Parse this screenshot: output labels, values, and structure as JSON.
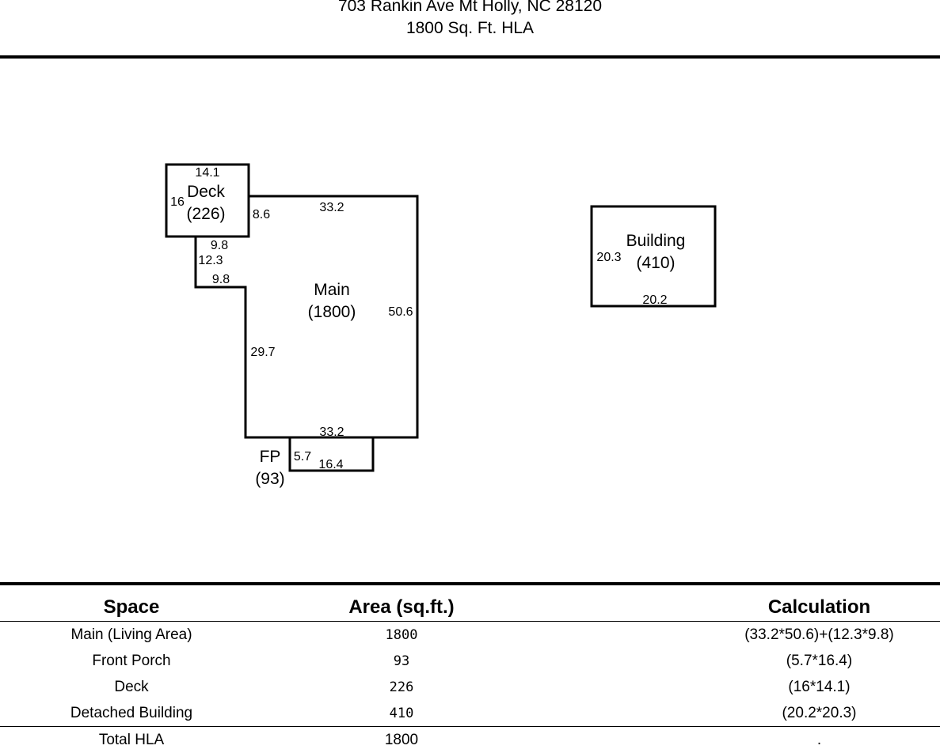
{
  "header": {
    "address": "703 Rankin Ave Mt Holly, NC 28120",
    "hla_line": "1800 Sq. Ft. HLA"
  },
  "diagram": {
    "main": {
      "name": "Main",
      "area": "(1800)",
      "dims": {
        "top": "33.2",
        "right": "50.6",
        "bottom": "33.2",
        "left": "29.7",
        "notch_top": "9.8",
        "notch_side": "12.3",
        "notch_bottom": "9.8",
        "upper_left": "8.6"
      }
    },
    "deck": {
      "name": "Deck",
      "area": "(226)",
      "dims": {
        "top": "14.1",
        "left": "16"
      }
    },
    "front_porch": {
      "name": "FP",
      "area": "(93)",
      "dims": {
        "left": "5.7",
        "bottom": "16.4"
      }
    },
    "building": {
      "name": "Building",
      "area": "(410)",
      "dims": {
        "left": "20.3",
        "bottom": "20.2"
      }
    }
  },
  "table": {
    "headers": {
      "space": "Space",
      "area": "Area (sq.ft.)",
      "calculation": "Calculation"
    },
    "rows": [
      {
        "space": "Main (Living Area)",
        "area": "1800",
        "calculation": "(33.2*50.6)+(12.3*9.8)"
      },
      {
        "space": "Front Porch",
        "area": "93",
        "calculation": "(5.7*16.4)"
      },
      {
        "space": "Deck",
        "area": "226",
        "calculation": "(16*14.1)"
      },
      {
        "space": "Detached Building",
        "area": "410",
        "calculation": "(20.2*20.3)"
      }
    ],
    "total": {
      "space": "Total HLA",
      "area": "1800",
      "calculation": "."
    }
  }
}
